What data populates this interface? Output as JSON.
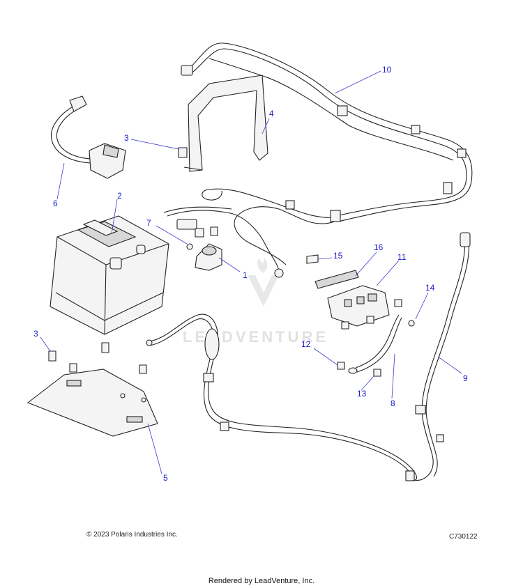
{
  "callouts": [
    {
      "id": "1",
      "label": "1"
    },
    {
      "id": "2",
      "label": "2"
    },
    {
      "id": "3a",
      "label": "3"
    },
    {
      "id": "3b",
      "label": "3"
    },
    {
      "id": "4",
      "label": "4"
    },
    {
      "id": "5",
      "label": "5"
    },
    {
      "id": "6",
      "label": "6"
    },
    {
      "id": "7",
      "label": "7"
    },
    {
      "id": "8",
      "label": "8"
    },
    {
      "id": "9",
      "label": "9"
    },
    {
      "id": "10",
      "label": "10"
    },
    {
      "id": "11",
      "label": "11"
    },
    {
      "id": "12",
      "label": "12"
    },
    {
      "id": "13",
      "label": "13"
    },
    {
      "id": "14",
      "label": "14"
    },
    {
      "id": "15",
      "label": "15"
    },
    {
      "id": "16",
      "label": "16"
    }
  ],
  "watermark": {
    "text": "LEADVENTURE"
  },
  "footer": {
    "copyright": "© 2023 Polaris Industries Inc.",
    "drawing_id": "C730122",
    "rendered_by": "Rendered by LeadVenture, Inc."
  }
}
